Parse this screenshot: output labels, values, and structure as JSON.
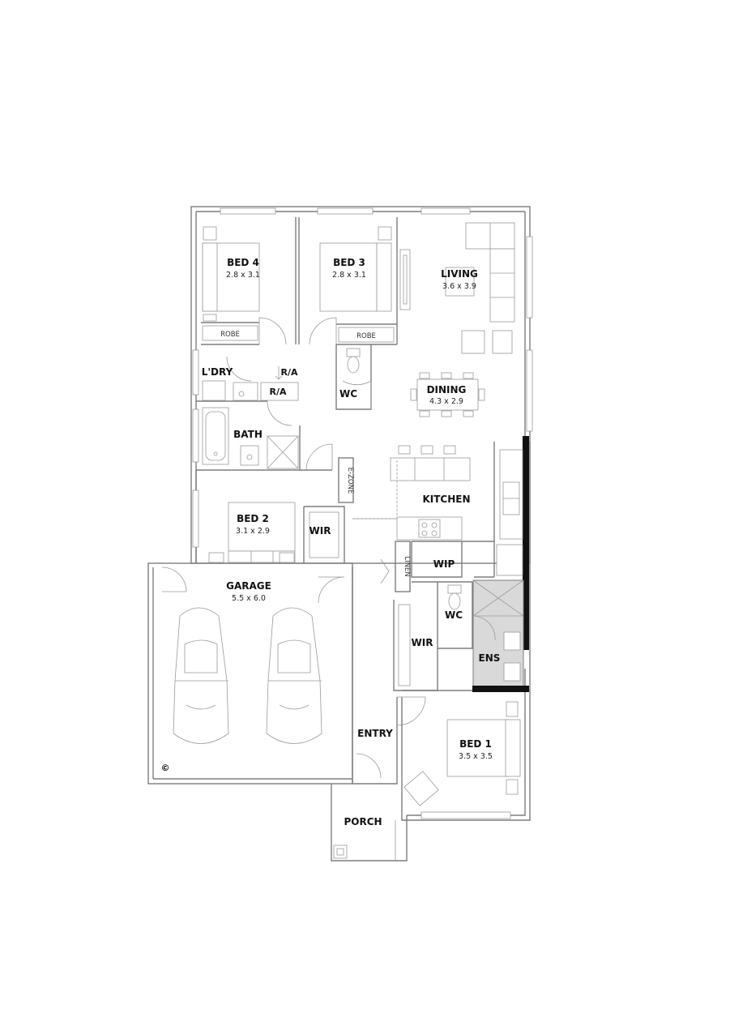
{
  "rooms": {
    "bed4": {
      "name": "BED 4",
      "size": "2.8 x 3.1"
    },
    "bed3": {
      "name": "BED 3",
      "size": "2.8 x 3.1"
    },
    "living": {
      "name": "LIVING",
      "size": "3.6 x 3.9"
    },
    "dining": {
      "name": "DINING",
      "size": "4.3 x 2.9"
    },
    "bed2": {
      "name": "BED 2",
      "size": "3.1 x 2.9"
    },
    "garage": {
      "name": "GARAGE",
      "size": "5.5 x 6.0"
    },
    "bed1": {
      "name": "BED 1",
      "size": "3.5 x 3.5"
    },
    "laundry": {
      "name": "L'DRY"
    },
    "bath": {
      "name": "BATH"
    },
    "kitchen": {
      "name": "KITCHEN"
    },
    "wip": {
      "name": "WIP"
    },
    "wir_bed2": {
      "name": "WIR"
    },
    "wir_bed1": {
      "name": "WIR"
    },
    "wc_upper": {
      "name": "WC"
    },
    "wc_lower": {
      "name": "WC"
    },
    "ensuite": {
      "name": "ENS"
    },
    "entry": {
      "name": "ENTRY"
    },
    "porch": {
      "name": "PORCH"
    }
  },
  "labels": {
    "robe_bed4": "ROBE",
    "robe_bed3": "ROBE",
    "ra_upper": "R/A",
    "ra_lower": "R/A",
    "ezone": "E-ZONE",
    "linen": "LINEN",
    "copyright": "©"
  }
}
